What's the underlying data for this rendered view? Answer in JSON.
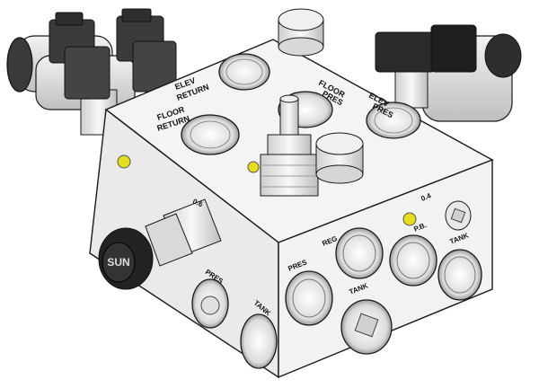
{
  "labels": {
    "elev_return_1": "ELEV",
    "elev_return_2": "RETURN",
    "floor_return_1": "FLOOR",
    "floor_return_2": "RETURN",
    "floor_pres_1": "FLOOR",
    "floor_pres_2": "PRES",
    "elev_pres_1": "ELEV",
    "elev_pres_2": "PRES",
    "needle_setting": "0.6",
    "pres_left": "PRES",
    "tank_left": "TANK",
    "reg": "REG",
    "pres_front": "PRES",
    "tank_front": "TANK",
    "pb": "P.B.",
    "tank_right": "TANK",
    "pb_setting": "0.4",
    "knob_brand": "SUN"
  },
  "colors": {
    "body": "#ededed",
    "body_shade": "#d9d9d9",
    "solenoid_dark": "#333333",
    "marker_yellow": "#e6de1c",
    "outline": "#1a1a1a"
  }
}
